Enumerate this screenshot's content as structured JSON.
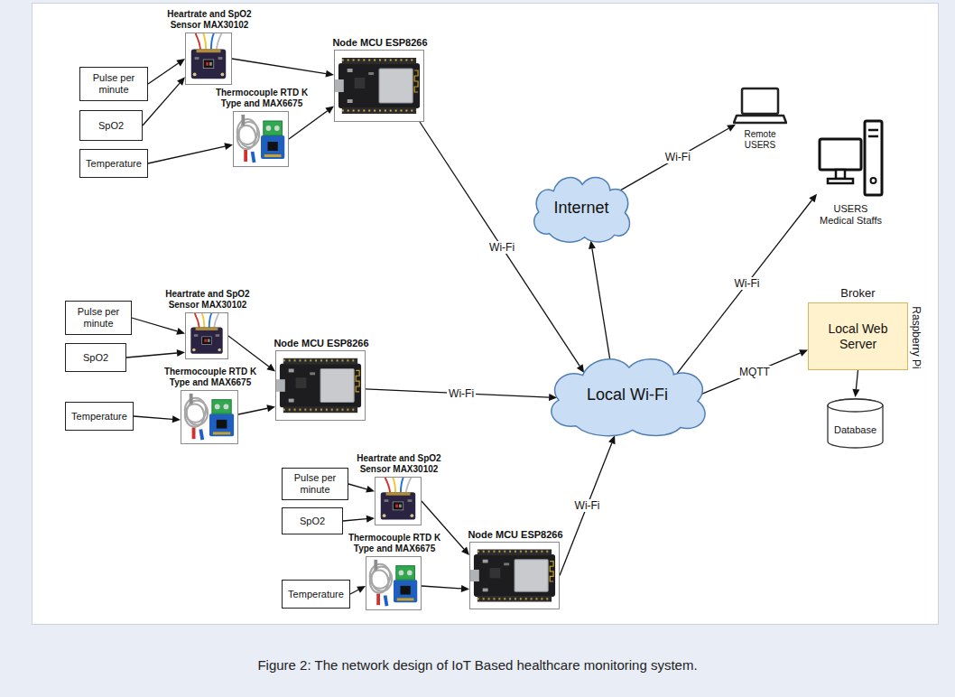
{
  "diagram": {
    "caption": "Figure 2: The network design of IoT Based healthcare monitoring system.",
    "nodes": [
      {
        "text": [
          "Pulse per minute"
        ]
      },
      {
        "text": [
          "SpO2"
        ]
      },
      {
        "text": [
          "Heartrate and SpO2 Sensor MAX30102"
        ]
      },
      {
        "text": [
          "Thermocouple RTD K Type and MAX6675"
        ]
      },
      {
        "text": [
          "Temperature"
        ]
      },
      {
        "text": [
          "Node MCU ESP8266"
        ]
      },
      {
        "text": [
          "Pulse per minute"
        ]
      },
      {
        "text": [
          "SpO2"
        ]
      },
      {
        "text": [
          "Heartrate and SpO2 Sensor MAX30102"
        ]
      },
      {
        "text": [
          "Thermocouple RTD K Type and MAX6675"
        ]
      },
      {
        "text": [
          "Temperature"
        ]
      },
      {
        "text": [
          "Node MCU ESP8266"
        ]
      },
      {
        "text": [
          "Pulse per minute"
        ]
      },
      {
        "text": [
          "SpO2"
        ]
      },
      {
        "text": [
          "Heartrate and SpO2 Sensor MAX30102"
        ]
      },
      {
        "text": [
          "Thermocouple RTD K Type and MAX6675"
        ]
      },
      {
        "text": [
          "Temperature"
        ]
      },
      {
        "text": [
          "Node MCU ESP8266"
        ]
      },
      {
        "text": [
          "Internet"
        ]
      },
      {
        "text": [
          "Local Wi-Fi"
        ]
      },
      {
        "text": [
          "Remote USERS"
        ]
      },
      {
        "text": [
          "USERS Medical Staffs"
        ]
      },
      {
        "text": [
          "Broker",
          "Local Web Server",
          "Raspberry Pi"
        ]
      },
      {
        "text": [
          "Database"
        ]
      }
    ],
    "edges": [
      {
        "from": 0,
        "to": 2,
        "arrow": "to"
      },
      {
        "from": 1,
        "to": 2,
        "arrow": "to"
      },
      {
        "from": 4,
        "to": 3,
        "arrow": "to"
      },
      {
        "from": 2,
        "to": 5,
        "arrow": "to"
      },
      {
        "from": 3,
        "to": 5,
        "arrow": "to"
      },
      {
        "from": 5,
        "to": 19,
        "label": "Wi-Fi",
        "arrow": "to"
      },
      {
        "from": 6,
        "to": 8,
        "arrow": "to"
      },
      {
        "from": 7,
        "to": 8,
        "arrow": "to"
      },
      {
        "from": 10,
        "to": 9,
        "arrow": "to"
      },
      {
        "from": 8,
        "to": 11,
        "arrow": "to"
      },
      {
        "from": 9,
        "to": 11,
        "arrow": "to"
      },
      {
        "from": 11,
        "to": 19,
        "label": "Wi-Fi",
        "arrow": "to"
      },
      {
        "from": 12,
        "to": 14,
        "arrow": "to"
      },
      {
        "from": 13,
        "to": 14,
        "arrow": "to"
      },
      {
        "from": 16,
        "to": 15,
        "arrow": "to"
      },
      {
        "from": 14,
        "to": 17,
        "arrow": "to"
      },
      {
        "from": 15,
        "to": 17,
        "arrow": "to"
      },
      {
        "from": 17,
        "to": 19,
        "label": "Wi-Fi",
        "arrow": "to"
      },
      {
        "from": 19,
        "to": 18,
        "arrow": "to"
      },
      {
        "from": 18,
        "to": 20,
        "label": "Wi-Fi",
        "arrow": "to"
      },
      {
        "from": 19,
        "to": 21,
        "label": "Wi-Fi",
        "arrow": "to"
      },
      {
        "from": 19,
        "to": 22,
        "label": "MQTT",
        "arrow": "to"
      },
      {
        "from": 22,
        "to": 23,
        "arrow": "to"
      }
    ]
  }
}
